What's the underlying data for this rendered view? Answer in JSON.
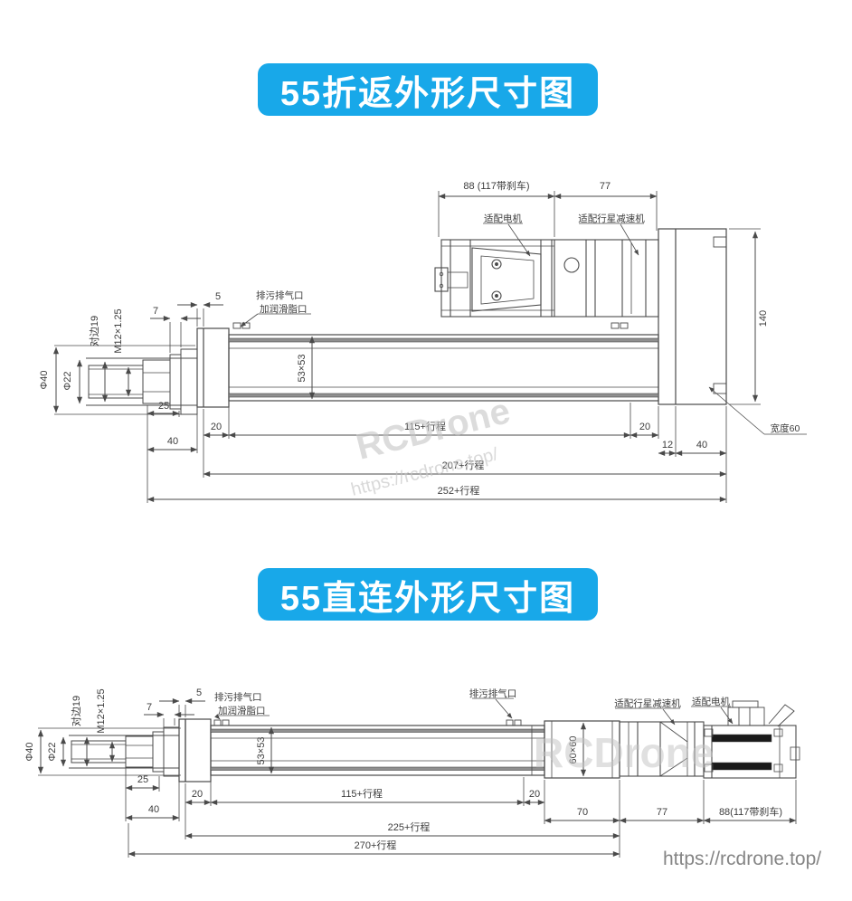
{
  "titles": {
    "foldback": "55折返外形尺寸图",
    "direct": "55直连外形尺寸图"
  },
  "colors": {
    "accent": "#18a8e9",
    "line": "#4a4a4a",
    "watermark": "#c6c6c6"
  },
  "watermark": {
    "brand": "RCDrone",
    "url": "https://rcdrone.top/"
  },
  "footer": {
    "url": "https://rcdrone.top/"
  },
  "fb": {
    "dim_motor": "88 (117带刹车)",
    "dim_reducer": "77",
    "lbl_motor": "适配电机",
    "lbl_reducer": "适配行星减速机",
    "lbl_vent": "排污排气口",
    "lbl_grease": "加润滑脂口",
    "d5": "5",
    "d7": "7",
    "flats": "对边19",
    "thread": "M12×1.25",
    "d40": "Φ40",
    "d22": "Φ22",
    "sec": "53×53",
    "d25": "25",
    "d40l": "40",
    "d20l": "20",
    "stroke": "115+行程",
    "d20r": "20",
    "d12": "12",
    "d40r": "40",
    "mid": "207+行程",
    "total": "252+行程",
    "height": "140",
    "width60": "宽度60"
  },
  "dc": {
    "dim_motor": "88(117带刹车)",
    "dim_reducer": "77",
    "dim_coupling": "70",
    "lbl_motor": "适配电机",
    "lbl_reducer": "适配行星减速机",
    "lbl_vent": "排污排气口",
    "lbl_grease": "加润滑脂口",
    "lbl_vent2": "排污排气口",
    "d5": "5",
    "d7": "7",
    "flats": "对边19",
    "thread": "M12×1.25",
    "d40": "Φ40",
    "d22": "Φ22",
    "sec": "53×53",
    "sec60": "60×60",
    "d25": "25",
    "d40l": "40",
    "d20l": "20",
    "stroke": "115+行程",
    "d20r": "20",
    "mid": "225+行程",
    "total": "270+行程"
  }
}
